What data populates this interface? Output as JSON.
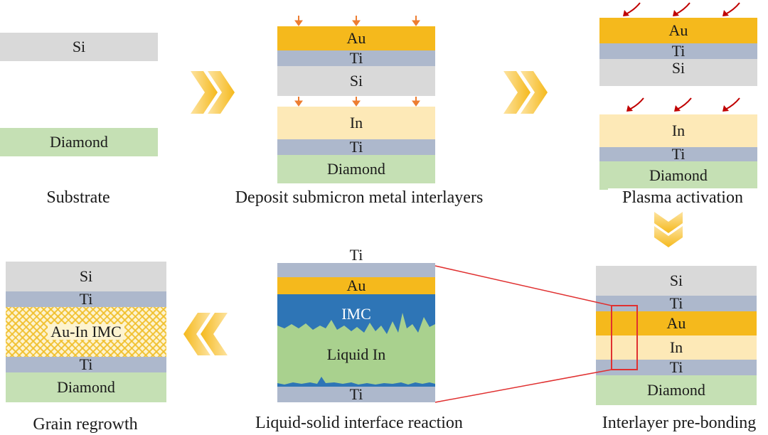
{
  "labels": {
    "si": "Si",
    "ti": "Ti",
    "au": "Au",
    "in": "In",
    "diamond": "Diamond",
    "imc": "IMC",
    "liquid_in": "Liquid In",
    "au_in_imc": "Au-In IMC"
  },
  "captions": {
    "substrate": "Substrate",
    "deposit": "Deposit submicron metal interlayers",
    "plasma": "Plasma activation",
    "prebond": "Interlayer pre-bonding",
    "reaction": "Liquid-solid interface reaction",
    "regrowth": "Grain regrowth"
  },
  "colors": {
    "si": "#d9d9d9",
    "ti": "#adb8cc",
    "au": "#f5b91c",
    "in": "#fde9b7",
    "diamond": "#c5e0b4",
    "imc": "#2e75b6",
    "liquid_in": "#a9d18e",
    "arrow": "#f5b91c",
    "deposit_arrow": "#ed7d31",
    "plasma_arrow": "#c00000",
    "zoom_line": "#e03030"
  },
  "icons": [
    "chevron-right-icon",
    "chevron-down-icon",
    "chevron-left-icon",
    "deposition-arrow-icon",
    "plasma-arrow-icon"
  ]
}
